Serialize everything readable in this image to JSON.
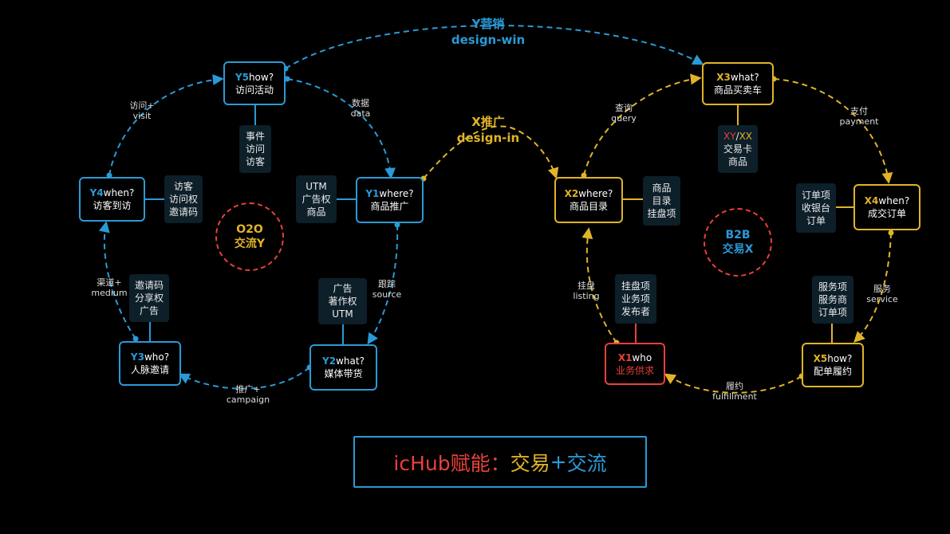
{
  "colors": {
    "blue": "#2a9ad6",
    "gold": "#e0b429",
    "red": "#e8413a",
    "info_bg": "#0d1f29"
  },
  "top_link": {
    "line1": "Y营销",
    "line2": "design-win"
  },
  "mid_link": {
    "line1": "X推广",
    "line2": "design-in"
  },
  "left_circle": {
    "line1": "O2O",
    "line2": "交流Y"
  },
  "right_circle": {
    "line1": "B2B",
    "line2": "交易X"
  },
  "nodes": {
    "y5": {
      "key": "Y5",
      "q": "how?",
      "sub": "访问活动"
    },
    "y1": {
      "key": "Y1",
      "q": "where?",
      "sub": "商品推广"
    },
    "y2": {
      "key": "Y2",
      "q": "what?",
      "sub": "媒体带货"
    },
    "y3": {
      "key": "Y3",
      "q": "who?",
      "sub": "人脉邀请"
    },
    "y4": {
      "key": "Y4",
      "q": "when?",
      "sub": "访客到访"
    },
    "x3": {
      "key": "X3",
      "q": "what?",
      "sub": "商品买卖车"
    },
    "x2": {
      "key": "X2",
      "q": "where?",
      "sub": "商品目录"
    },
    "x4": {
      "key": "X4",
      "q": "when?",
      "sub": "成交订单"
    },
    "x5": {
      "key": "X5",
      "q": "how?",
      "sub": "配单履约"
    },
    "x1": {
      "key": "X1",
      "q": "who",
      "sub": "业务供求"
    }
  },
  "info": {
    "y5": [
      "事件",
      "访问",
      "访客"
    ],
    "y1": [
      "UTM",
      "广告权",
      "商品"
    ],
    "y2": [
      "广告",
      "著作权",
      "UTM"
    ],
    "y3": [
      "邀请码",
      "分享权",
      "广告"
    ],
    "y4": [
      "访客",
      "访问权",
      "邀请码"
    ],
    "x3": {
      "a": "XY",
      "slash": "/",
      "b": "XX",
      "l2": "交易卡",
      "l3": "商品"
    },
    "x2": [
      "商品",
      "目录",
      "挂盘项"
    ],
    "x4": [
      "订单项",
      "收银台",
      "订单"
    ],
    "x5": [
      "服务项",
      "服务商",
      "订单项"
    ],
    "x1": [
      "挂盘项",
      "业务项",
      "发布者"
    ]
  },
  "edges": {
    "visit": {
      "cn": "访问+",
      "en": "visit"
    },
    "data": {
      "cn": "数据",
      "en": "data"
    },
    "source": {
      "cn": "跟踪",
      "en": "source"
    },
    "campaign": {
      "cn": "推广+",
      "en": "campaign"
    },
    "medium": {
      "cn": "渠道+",
      "en": "medium"
    },
    "query": {
      "cn": "查询",
      "en": "query"
    },
    "payment": {
      "cn": "支付",
      "en": "payment"
    },
    "service": {
      "cn": "服务",
      "en": "service"
    },
    "fulfillment": {
      "cn": "履约",
      "en": "fulfillment"
    },
    "listing": {
      "cn": "挂盘",
      "en": "listing"
    }
  },
  "banner": {
    "part1": "icHub赋能：",
    "part2": "交易",
    "plus": "+",
    "part3": "交流"
  }
}
